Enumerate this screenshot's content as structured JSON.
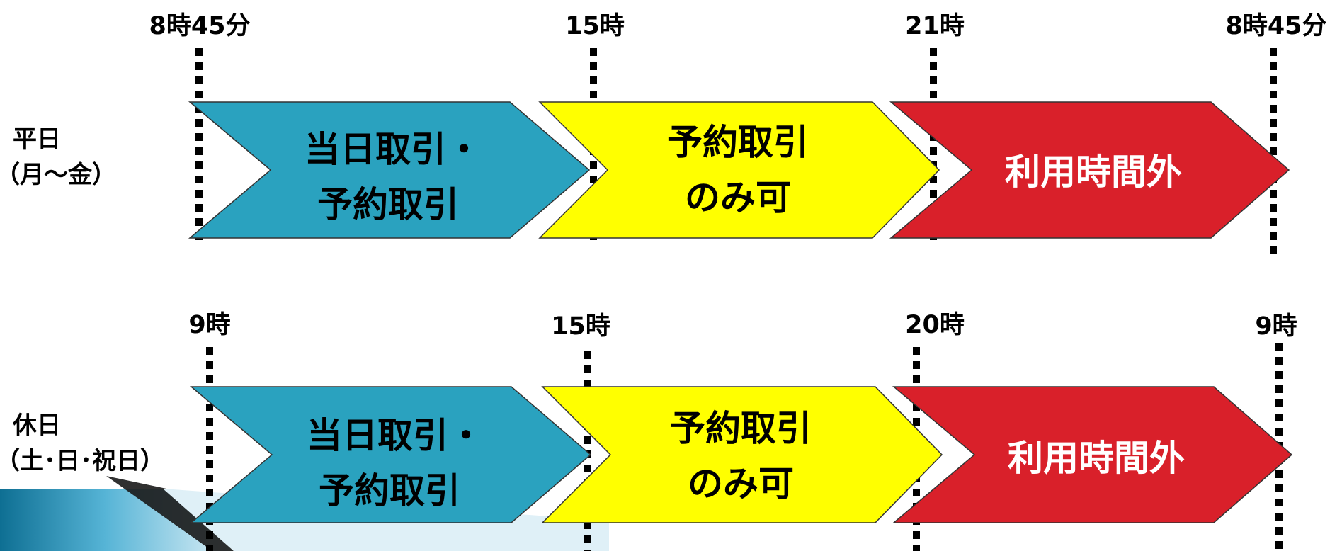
{
  "colors": {
    "teal": "#2aa2bf",
    "yellow": "#ffff00",
    "red": "#d9202a",
    "text_dark": "#000000",
    "text_light": "#ffffff",
    "dotted_line": "#000000"
  },
  "rows": [
    {
      "id": "weekday",
      "label_line1": "平日",
      "label_line2": "（月～金）",
      "times": [
        "8時45分",
        "15時",
        "21時",
        "8時45分"
      ],
      "segments": [
        {
          "line1": "当日取引・",
          "line2": "予約取引",
          "color": "teal",
          "text_color": "text_dark"
        },
        {
          "line1": "予約取引",
          "line2": "のみ可",
          "color": "yellow",
          "text_color": "text_dark"
        },
        {
          "line1": "利用時間外",
          "line2": "",
          "color": "red",
          "text_color": "text_light"
        }
      ]
    },
    {
      "id": "holiday",
      "label_line1": "休日",
      "label_line2": "（土･日･祝日）",
      "times": [
        "9時",
        "15時",
        "20時",
        "9時"
      ],
      "segments": [
        {
          "line1": "当日取引・",
          "line2": "予約取引",
          "color": "teal",
          "text_color": "text_dark"
        },
        {
          "line1": "予約取引",
          "line2": "のみ可",
          "color": "yellow",
          "text_color": "text_dark"
        },
        {
          "line1": "利用時間外",
          "line2": "",
          "color": "red",
          "text_color": "text_light"
        }
      ]
    }
  ]
}
